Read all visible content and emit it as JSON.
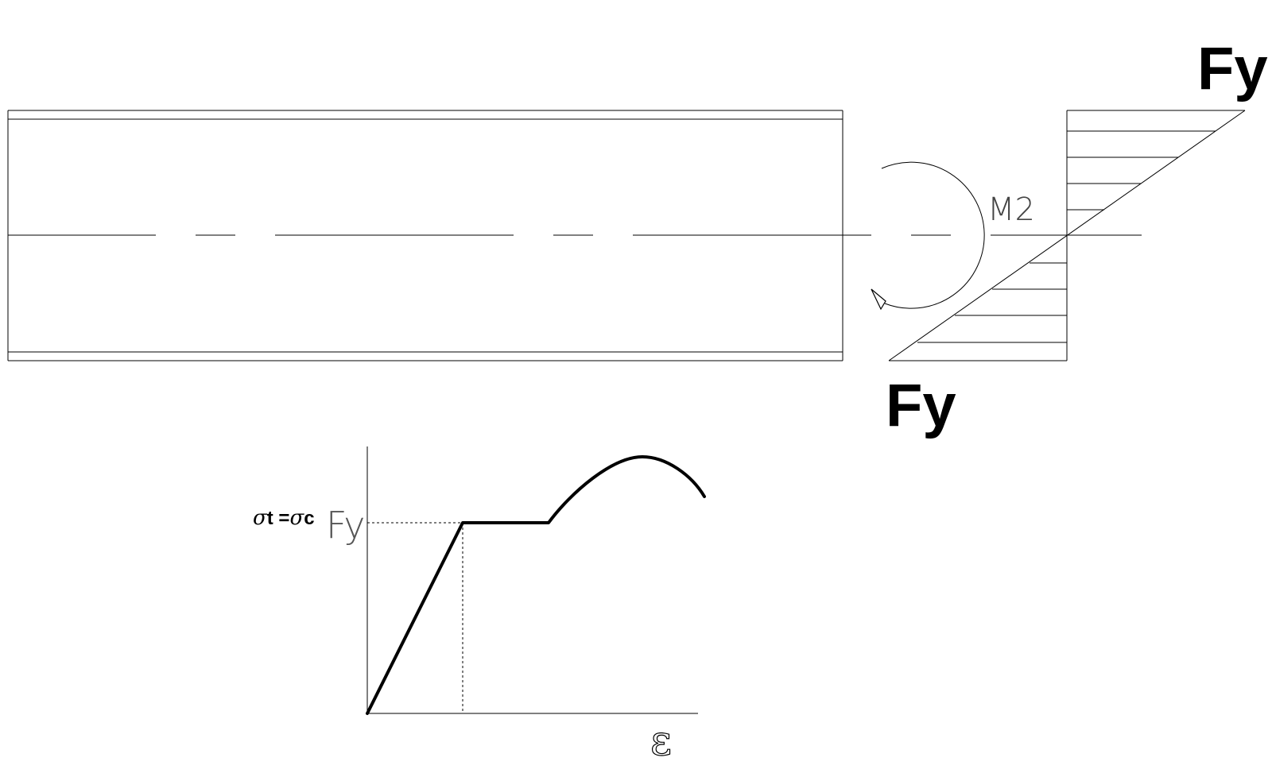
{
  "labels": {
    "moment": "M2",
    "stress_top": "Fy",
    "stress_bottom": "Fy",
    "yield_label": "Fy",
    "sigma_t": "σ",
    "sigma_t_sub": "t",
    "equals": " =",
    "sigma_c": "σ",
    "sigma_c_sub": "c",
    "strain_axis": "ε"
  },
  "colors": {
    "line": "#000000",
    "background": "#ffffff"
  }
}
